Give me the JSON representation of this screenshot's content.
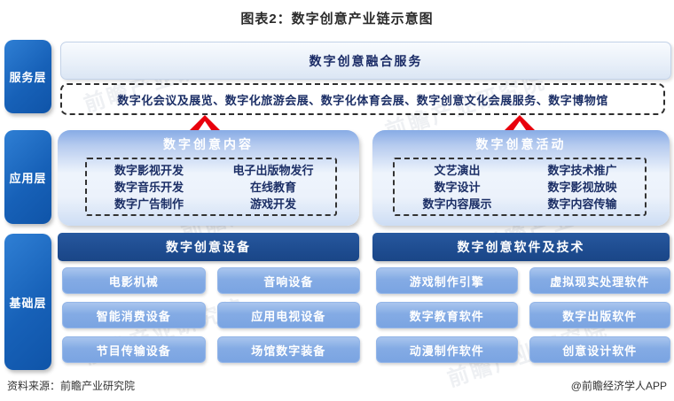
{
  "title": "图表2：数字创意产业链示意图",
  "layers": {
    "service_label": "服务层",
    "application_label": "应用层",
    "foundation_label": "基础层"
  },
  "service": {
    "header": "数字创意融合服务",
    "items_line": "数字化会议及展览、数字化旅游会展、数字化体育会展、数字创意文化会展服务、数字博物馆"
  },
  "application": {
    "content": {
      "title": "数字创意内容",
      "col1": [
        "数字影视开发",
        "数字音乐开发",
        "数字广告制作"
      ],
      "col2": [
        "电子出版物发行",
        "在线教育",
        "游戏开发"
      ]
    },
    "activity": {
      "title": "数字创意活动",
      "col1": [
        "文艺演出",
        "数字设计",
        "数字内容展示"
      ],
      "col2": [
        "数字技术推广",
        "数字影视放映",
        "数字内容传输"
      ]
    }
  },
  "foundation": {
    "equipment": {
      "title": "数字创意设备",
      "items": [
        "电影机械",
        "音响设备",
        "智能消费设备",
        "应用电视设备",
        "节目传输设备",
        "场馆数字装备"
      ]
    },
    "software": {
      "title": "数字创意软件及技术",
      "items": [
        "游戏制作引擎",
        "虚拟现实处理软件",
        "数字教育软件",
        "数字出版软件",
        "动漫制作软件",
        "创意设计软件"
      ]
    }
  },
  "footer": {
    "source": "资料来源：前瞻产业研究院",
    "credit": "@前瞻经济学人APP"
  },
  "watermark_text": "前瞻产业研究院",
  "colors": {
    "accent_red": "#e8000d",
    "sidebar_blue": "#1761b8",
    "header_navy": "#1e4c90",
    "item_blue": "#7aa4e2",
    "text_navy": "#1c2f66"
  }
}
